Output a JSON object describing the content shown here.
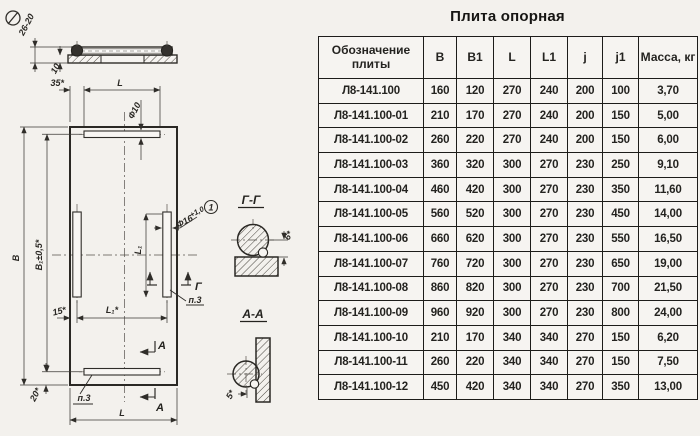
{
  "title": "Плита опорная",
  "table": {
    "headers": [
      "Обозначение плиты",
      "В",
      "В1",
      "L",
      "L1",
      "j",
      "j1",
      "Масса, кг"
    ],
    "rows": [
      [
        "Л8-141.100",
        "160",
        "120",
        "270",
        "240",
        "200",
        "100",
        "3,70"
      ],
      [
        "Л8-141.100-01",
        "210",
        "170",
        "270",
        "240",
        "200",
        "150",
        "5,00"
      ],
      [
        "Л8-141.100-02",
        "260",
        "220",
        "270",
        "240",
        "200",
        "150",
        "6,00"
      ],
      [
        "Л8-141.100-03",
        "360",
        "320",
        "300",
        "270",
        "230",
        "250",
        "9,10"
      ],
      [
        "Л8-141.100-04",
        "460",
        "420",
        "300",
        "270",
        "230",
        "350",
        "11,60"
      ],
      [
        "Л8-141.100-05",
        "560",
        "520",
        "300",
        "270",
        "230",
        "450",
        "14,00"
      ],
      [
        "Л8-141.100-06",
        "660",
        "620",
        "300",
        "270",
        "230",
        "550",
        "16,50"
      ],
      [
        "Л8-141.100-07",
        "760",
        "720",
        "300",
        "270",
        "230",
        "650",
        "19,00"
      ],
      [
        "Л8-141.100-08",
        "860",
        "820",
        "300",
        "270",
        "230",
        "700",
        "21,50"
      ],
      [
        "Л8-141.100-09",
        "960",
        "920",
        "300",
        "270",
        "230",
        "800",
        "24,00"
      ],
      [
        "Л8-141.100-10",
        "210",
        "170",
        "340",
        "340",
        "270",
        "150",
        "6,20"
      ],
      [
        "Л8-141.100-11",
        "260",
        "220",
        "340",
        "340",
        "270",
        "150",
        "7,50"
      ],
      [
        "Л8-141.100-12",
        "450",
        "420",
        "340",
        "340",
        "270",
        "350",
        "13,00"
      ]
    ]
  },
  "drawing": {
    "side": {
      "thickness": "26-20",
      "base": "10"
    },
    "plan": {
      "d35": "35*",
      "L_top": "L",
      "phi10": "Ф10",
      "B": "В",
      "B1": "В₁±0,5*",
      "d15": "15*",
      "L1_star": "L₁*",
      "L1": "L₁",
      "phi16": "Ф16",
      "phi16_tol": "+1,0",
      "balloon": "1",
      "p3": "п.3",
      "G": "Г",
      "A": "А",
      "d20": "20*",
      "L_bottom": "L"
    },
    "sections": {
      "gg_title": "Г-Г",
      "gg_dim": "6*",
      "aa_title": "А-А",
      "aa_dim": "5*"
    }
  }
}
